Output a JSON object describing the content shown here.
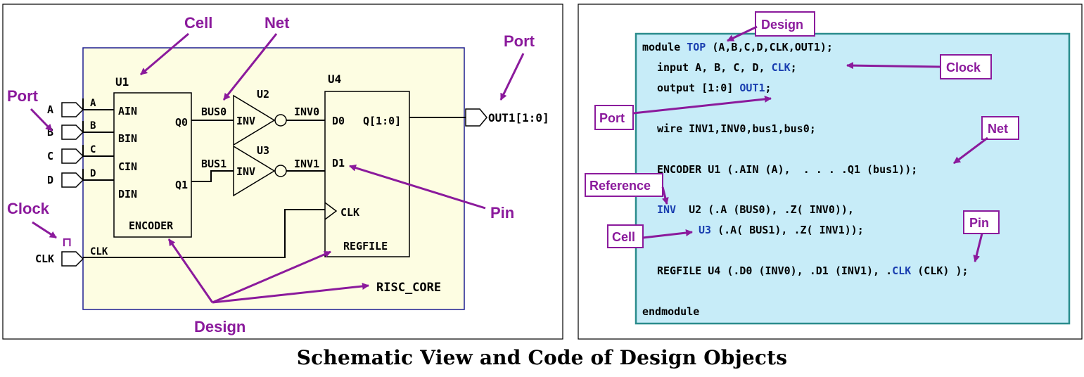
{
  "caption": "Schematic View and Code of Design Objects",
  "schematic": {
    "callouts": {
      "cell": "Cell",
      "net": "Net",
      "port_top": "Port",
      "port_left": "Port",
      "clock": "Clock",
      "pin": "Pin",
      "design": "Design"
    },
    "instances": {
      "u1": "U1",
      "u2": "U2",
      "u3": "U3",
      "u4": "U4"
    },
    "encoder": {
      "pins": [
        "AIN",
        "BIN",
        "CIN",
        "DIN"
      ],
      "q0": "Q0",
      "q1": "Q1",
      "name": "ENCODER"
    },
    "inv_label": "INV",
    "regfile": {
      "d0": "D0",
      "d1": "D1",
      "q": "Q[1:0]",
      "clk": "CLK",
      "name": "REGFILE"
    },
    "input_ports": [
      "A",
      "B",
      "C",
      "D"
    ],
    "net_labels": {
      "a": "A",
      "b": "B",
      "c": "C",
      "d": "D",
      "bus0": "BUS0",
      "bus1": "BUS1",
      "inv0": "INV0",
      "inv1": "INV1",
      "clk": "CLK"
    },
    "clk_port": "CLK",
    "out_port": "OUT1[1:0]",
    "clock_symbol": "⊓",
    "risc_core": "RISC_CORE"
  },
  "code": {
    "callouts": {
      "design": "Design",
      "clock": "Clock",
      "port": "Port",
      "net": "Net",
      "reference": "Reference",
      "cell": "Cell",
      "pin": "Pin"
    },
    "line1": {
      "a": "module ",
      "b": "TOP",
      "c": " (A,B,C,D,CLK,OUT1);"
    },
    "line2": {
      "a": "input A, B, C, D, ",
      "b": "CLK",
      "c": ";"
    },
    "line3": {
      "a": "output [1:0] ",
      "b": "OUT1",
      "c": ";"
    },
    "line4": "wire INV1,INV0,bus1,bus0;",
    "line5": "ENCODER U1 (.AIN (A),  . . . .Q1 (bus1));",
    "line6": {
      "a": "INV",
      "b": "  U2 (.A (BUS0), .Z( INV0)),",
      "pad": "    "
    },
    "line7": {
      "a": "U3",
      "b": " (.A( BUS1), .Z( INV1));"
    },
    "line8": {
      "a": "REGFILE U4 (.D0 (INV0), .D1 (INV1), .",
      "b": "CLK",
      "c": " (CLK) );"
    },
    "line9": "endmodule"
  }
}
